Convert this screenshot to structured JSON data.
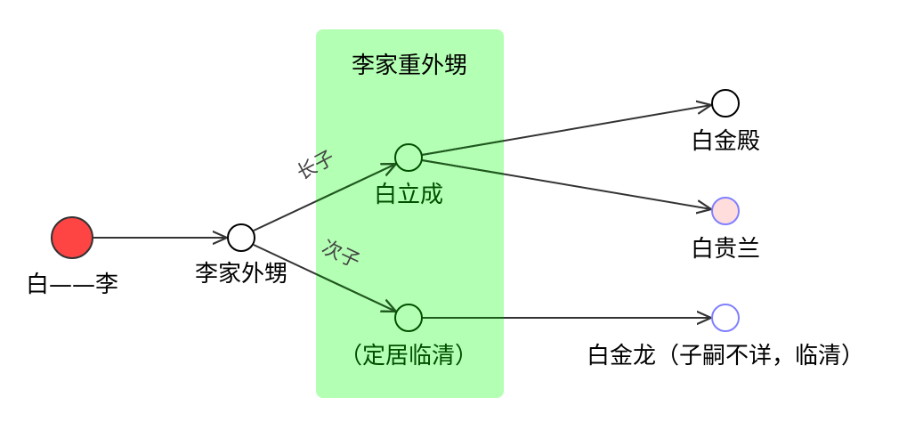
{
  "group": {
    "title": "李家重外甥",
    "color": "#b3ffb3"
  },
  "nodes": {
    "root": {
      "label": "白——李",
      "fill": "#ff4444"
    },
    "nephew": {
      "label": "李家外甥"
    },
    "eldest": {
      "label": "白立成"
    },
    "second": {
      "label": "（定居临清）"
    },
    "jindian": {
      "label": "白金殿"
    },
    "guilan": {
      "label": "白贵兰",
      "fill": "#ffdddd",
      "stroke": "#8080ff"
    },
    "jinlong": {
      "label": "白金龙（子嗣不详，临清）",
      "stroke": "#8080ff"
    }
  },
  "edges": {
    "eldest_label": "长子",
    "second_label": "次子"
  }
}
